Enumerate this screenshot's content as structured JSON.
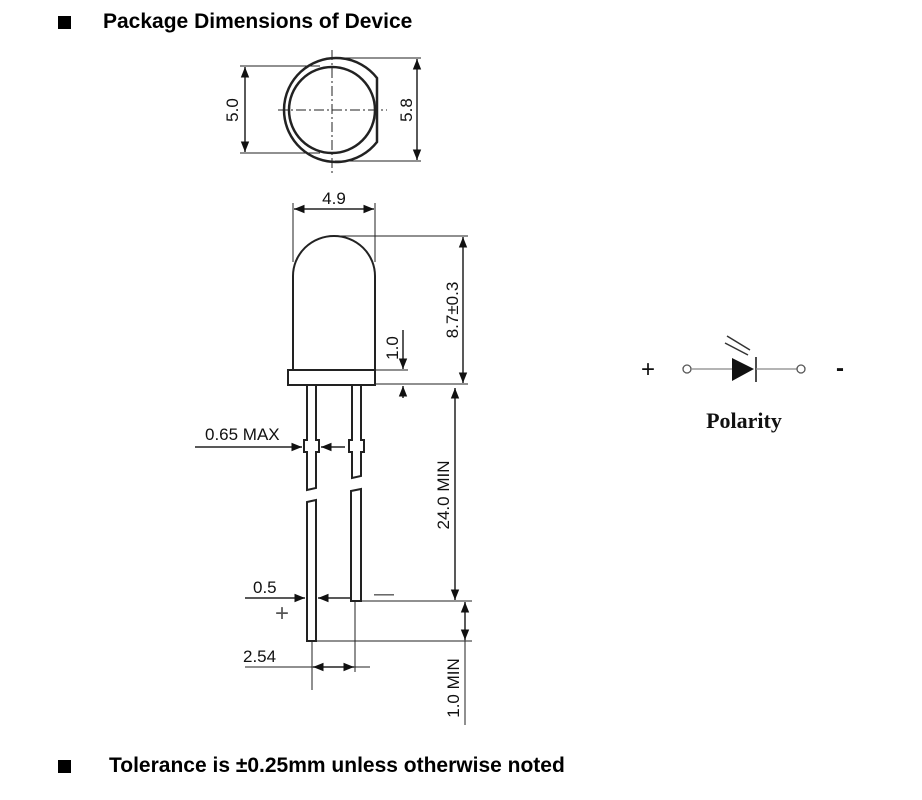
{
  "header": {
    "title": "Package Dimensions of Device"
  },
  "footer": {
    "note": "Tolerance is ±0.25mm unless otherwise noted"
  },
  "dimensions": {
    "top_diameter": "5.0",
    "flange_diameter": "5.8",
    "body_width": "4.9",
    "body_height": "8.7±0.3",
    "flange_height": "1.0",
    "lead_max": "0.65 MAX",
    "lead_length": "24.0 MIN",
    "lead_width": "0.5",
    "lead_offset": "1.0 MIN",
    "pitch": "2.54"
  },
  "marks": {
    "anode": "+",
    "cathode": "—"
  },
  "polarity": {
    "label": "Polarity",
    "plus": "+",
    "minus": "-"
  }
}
